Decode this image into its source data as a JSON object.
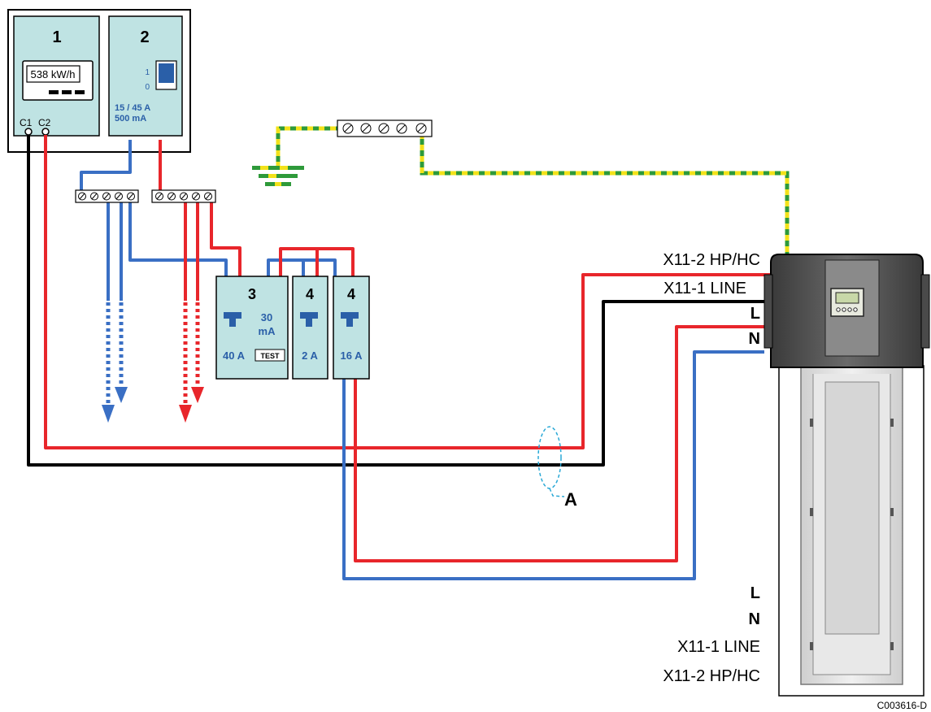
{
  "meter": {
    "number": "1",
    "reading": "538 kW/h",
    "terminal_c1": "C1",
    "terminal_c2": "C2"
  },
  "main_breaker": {
    "number": "2",
    "pos_on": "1",
    "pos_off": "0",
    "rating_line1": "15 / 45  A",
    "rating_line2": "500  mA"
  },
  "rcd": {
    "number": "3",
    "sens_line1": "30",
    "sens_line2": "mA",
    "rating": "40 A",
    "test_label": "TEST"
  },
  "mcb_a": {
    "number": "4",
    "rating": "2 A"
  },
  "mcb_b": {
    "number": "4",
    "rating": "16 A"
  },
  "cable_label": "A",
  "terminals_top": [
    "X11-2 HP/HC",
    "X11-1 LINE",
    "L",
    "N"
  ],
  "terminals_bottom": [
    "L",
    "N",
    "X11-1 LINE",
    "X11-2 HP/HC"
  ],
  "doc_ref": "C003616-D",
  "colors": {
    "phase": "#e8262b",
    "neutral": "#3a6fc4",
    "earth_green": "#2e9a3a",
    "earth_yellow": "#f2e21a",
    "panel": "#bfe3e3",
    "line": "#000000"
  }
}
